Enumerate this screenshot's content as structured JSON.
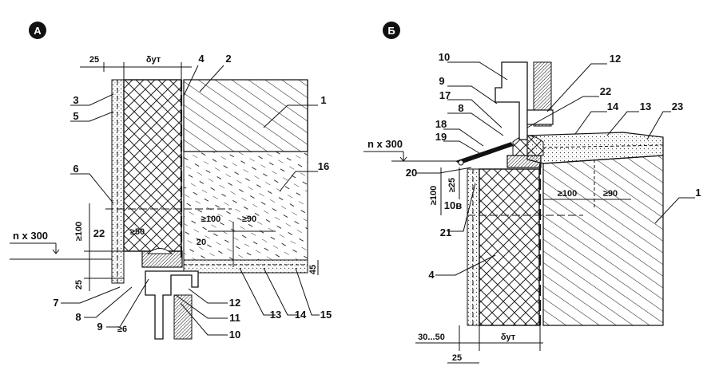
{
  "detail_a": {
    "badge": "А",
    "labels": {
      "l25_top": "25",
      "l_delta": "δут",
      "l4": "4",
      "l2": "2",
      "l3": "3",
      "l5": "5",
      "l1": "1",
      "l6": "6",
      "l16": "16",
      "l_nx300": "n x 300",
      "l22": "22",
      "l_ge100": "≥100",
      "l_ge50": "≥50",
      "l_ge100b": "≥100",
      "l_ge90": "≥90",
      "l20": "20",
      "l25_left": "25",
      "l45": "45",
      "l7": "7",
      "l8": "8",
      "l9": "9",
      "l_ge6": "≥6",
      "l12": "12",
      "l11": "11",
      "l10": "10",
      "l13": "13",
      "l14": "14",
      "l15": "15"
    }
  },
  "detail_b": {
    "badge": "Б",
    "labels": {
      "l10": "10",
      "l12": "12",
      "l9": "9",
      "l17": "17",
      "l22": "22",
      "l8": "8",
      "l14": "14",
      "l13": "13",
      "l23": "23",
      "l_nx300": "n x 300",
      "l18": "18",
      "l19": "19",
      "l20": "20",
      "l_ge100": "≥100",
      "l_ge25": "≥25",
      "l10v": "10в",
      "l_ge100b": "≥100",
      "l_ge90": "≥90",
      "l1": "1",
      "l21": "21",
      "l4": "4",
      "l30_50": "30...50",
      "l_delta": "δут",
      "l25": "25"
    }
  }
}
